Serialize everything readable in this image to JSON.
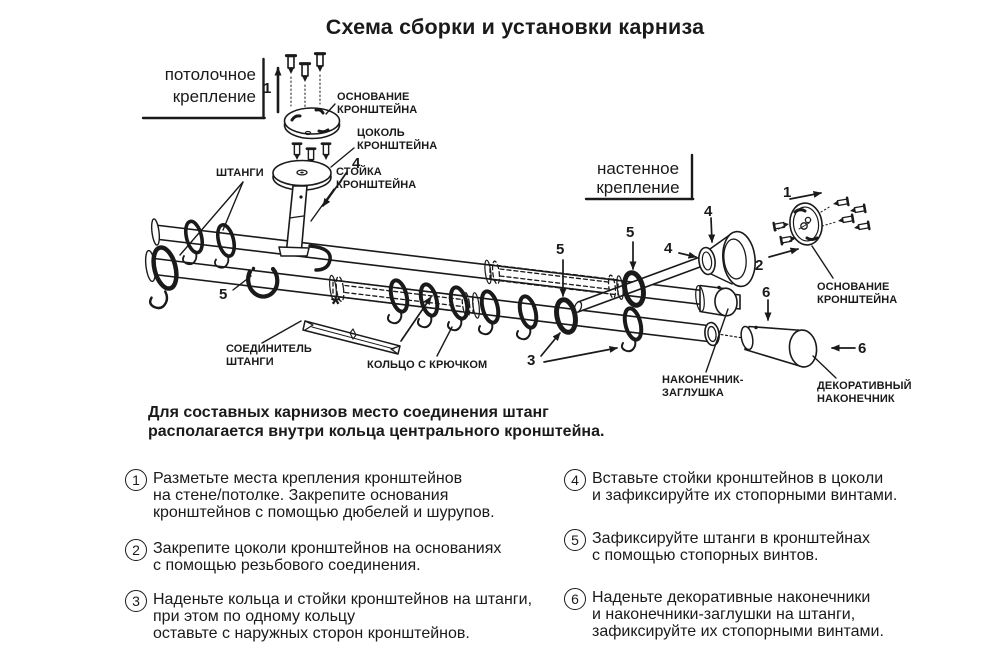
{
  "title": "Схема сборки и установки карниза",
  "diagram": {
    "ceiling_mount": [
      "потолочное",
      "крепление"
    ],
    "wall_mount": [
      "настенное",
      "крепление"
    ],
    "labels": {
      "base_ceiling": [
        "ОСНОВАНИЕ",
        "КРОНШТЕЙНА"
      ],
      "socket_ceiling": [
        "ЦОКОЛЬ",
        "КРОНШТЕЙНА"
      ],
      "stand_ceiling": [
        "СТОЙКА",
        "КРОНШТЕЙНА"
      ],
      "rods": [
        "ШТАНГИ"
      ],
      "rod_connector": [
        "СОЕДИНИТЕЛЬ",
        "ШТАНГИ"
      ],
      "ring_with_hook": [
        "КОЛЬЦО С КРЮЧКОМ"
      ],
      "end_cap": [
        "НАКОНЕЧНИК-",
        "ЗАГЛУШКА"
      ],
      "decorative_finial": [
        "ДЕКОРАТИВНЫЙ",
        "НАКОНЕЧНИК"
      ],
      "base_wall": [
        "ОСНОВАНИЕ",
        "КРОНШТЕЙНА"
      ]
    },
    "markers": {
      "step1_ceiling": "1",
      "step4_stand": "4",
      "step5_left": "5",
      "asterisk": "*",
      "step3_rings": "3",
      "step5_front": "5",
      "step5_back": "5",
      "step4_rod": "4",
      "step4_socket": "4",
      "step1_wall": "1",
      "step2_wall": "2",
      "step6_cap": "6",
      "step6_finial": "6"
    }
  },
  "note": [
    "Для составных карнизов место соединения штанг",
    "располагается внутри кольца центрального кронштейна."
  ],
  "instructions": [
    {
      "num": "1",
      "lines": [
        "Разметьте места крепления кронштейнов",
        "на стене/потолке. Закрепите основания",
        "кронштейнов с помощью дюбелей и шурупов."
      ]
    },
    {
      "num": "2",
      "lines": [
        "Закрепите цоколи кронштейнов на основаниях",
        "с помощью резьбового соединения."
      ]
    },
    {
      "num": "3",
      "lines": [
        "Наденьте кольца и стойки кронштейнов на штанги,",
        "при этом по одному кольцу",
        "оставьте с наружных сторон кронштейнов."
      ]
    },
    {
      "num": "4",
      "lines": [
        "Вставьте стойки кронштейнов в цоколи",
        "и зафиксируйте их стопорными винтами."
      ]
    },
    {
      "num": "5",
      "lines": [
        "Зафиксируйте штанги в кронштейнах",
        "с помощью стопорных винтов."
      ]
    },
    {
      "num": "6",
      "lines": [
        "Наденьте декоративные наконечники",
        "и наконечники-заглушки на штанги,",
        "зафиксируйте их стопорными винтами."
      ]
    }
  ],
  "colors": {
    "ink": "#1a1a1a",
    "background": "#ffffff"
  }
}
